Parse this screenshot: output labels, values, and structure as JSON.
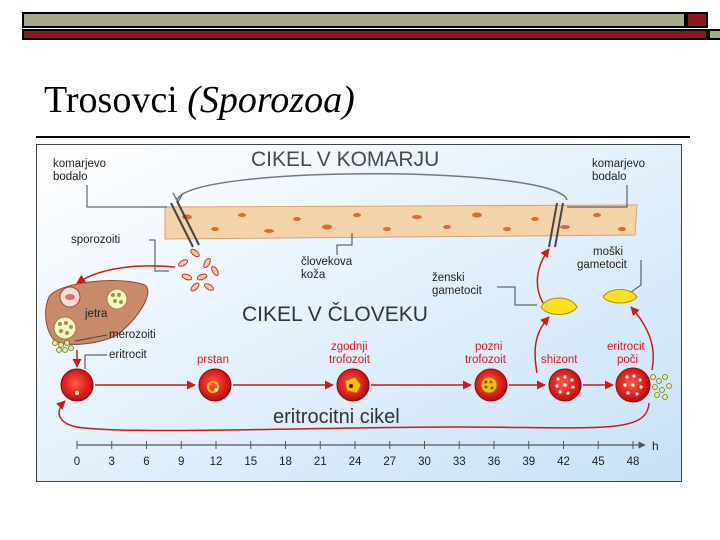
{
  "slide": {
    "title_main": "Trosovci",
    "title_sub": "(Sporozoa)"
  },
  "diagram": {
    "heading_mosquito": "CIKEL V KOMARJU",
    "heading_human": "CIKEL V ČLOVEKU",
    "cycle_label": "eritrocitni cikel",
    "labels": {
      "bite_left_1": "komarjevo",
      "bite_left_2": "bodalo",
      "bite_right_1": "komarjevo",
      "bite_right_2": "bodalo",
      "sporozoites": "sporozoiti",
      "skin_1": "človekova",
      "skin_2": "koža",
      "liver": "jetra",
      "merozoites": "merozoiti",
      "erythrocyte": "eritrocit",
      "female_gam_1": "ženski",
      "female_gam_2": "gametocit",
      "male_gam_1": "moški",
      "male_gam_2": "gametocit",
      "ring": "prstan",
      "early_troph_1": "zgodnji",
      "early_troph_2": "trofozoit",
      "late_troph_1": "pozni",
      "late_troph_2": "trofozoit",
      "schizont": "shizont",
      "rupture_1": "eritrocit",
      "rupture_2": "poči",
      "hours_unit": "h"
    },
    "timeline_hours": [
      "0",
      "3",
      "6",
      "9",
      "12",
      "15",
      "18",
      "21",
      "24",
      "27",
      "30",
      "33",
      "36",
      "39",
      "42",
      "45",
      "48"
    ],
    "colors": {
      "background_top": "#ffffff",
      "background_bottom": "#cfe6fa",
      "heading": "#4a4a4a",
      "label": "#222222",
      "red_label": "#e0141e",
      "cell": "#d81e1e",
      "skin": "#f5d3aa",
      "parasite": "#f0a030",
      "gametocyte": "#ffe020"
    }
  }
}
